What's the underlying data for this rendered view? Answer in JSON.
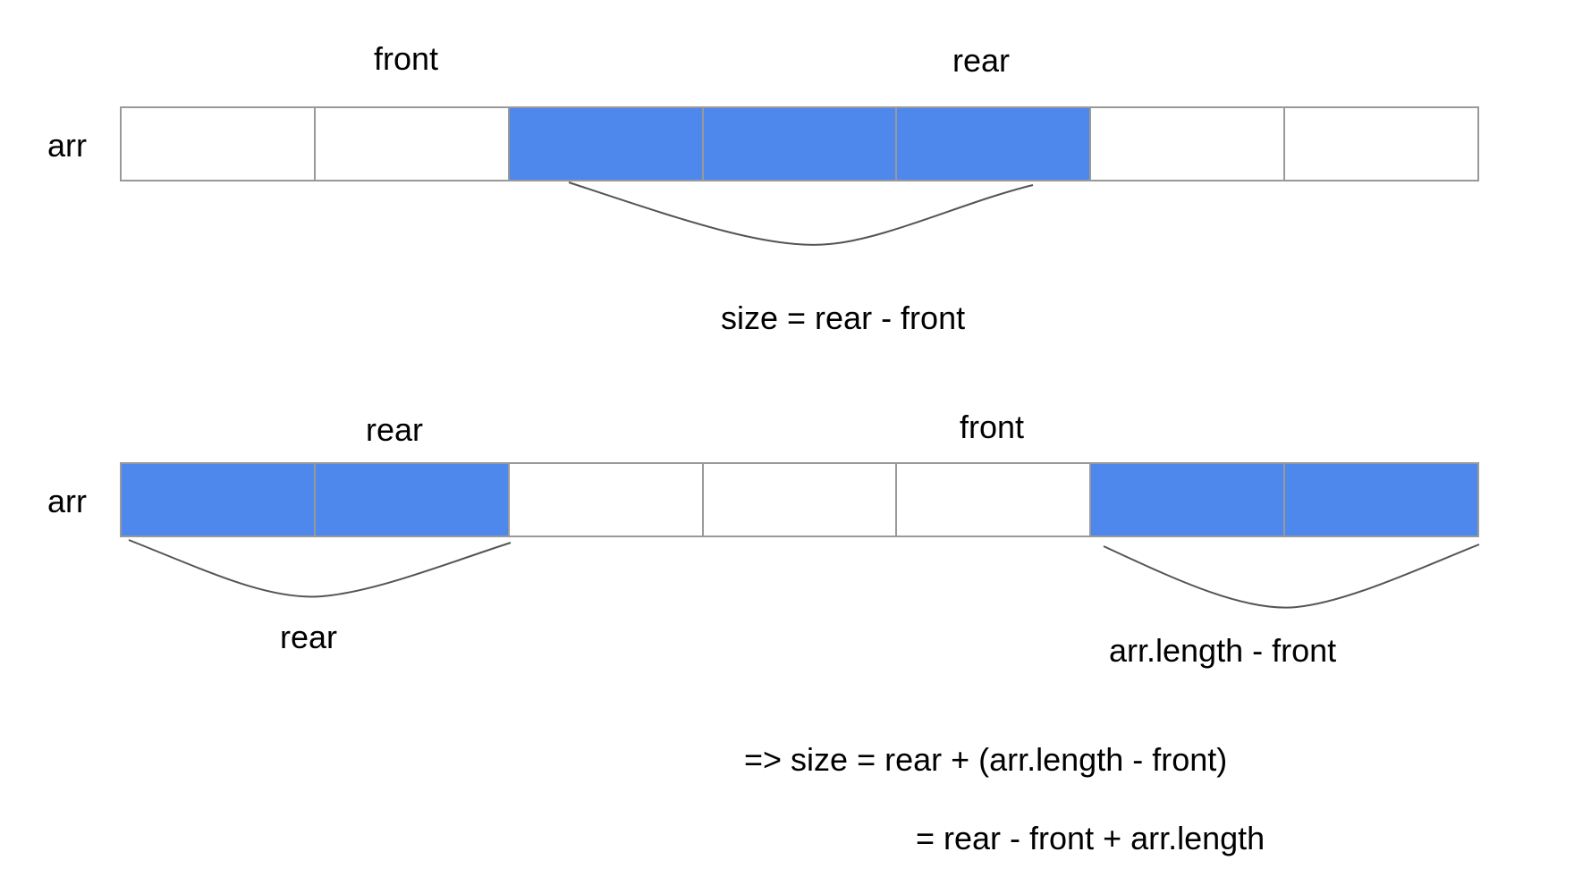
{
  "colors": {
    "filled": "#4e88ec",
    "empty": "#ffffff",
    "border": "#999999",
    "brace": "#555555"
  },
  "diagram1": {
    "array_label": "arr",
    "front_label": "front",
    "rear_label": "rear",
    "cells": [
      false,
      false,
      true,
      true,
      true,
      false,
      false
    ],
    "brace_label": "size = rear - front"
  },
  "diagram2": {
    "array_label": "arr",
    "rear_label": "rear",
    "front_label": "front",
    "cells": [
      true,
      true,
      false,
      false,
      false,
      true,
      true
    ],
    "left_brace_label": "rear",
    "right_brace_label": "arr.length - front",
    "formula_line1": "=> size = rear + (arr.length - front)",
    "formula_line2": "= rear - front + arr.length"
  }
}
